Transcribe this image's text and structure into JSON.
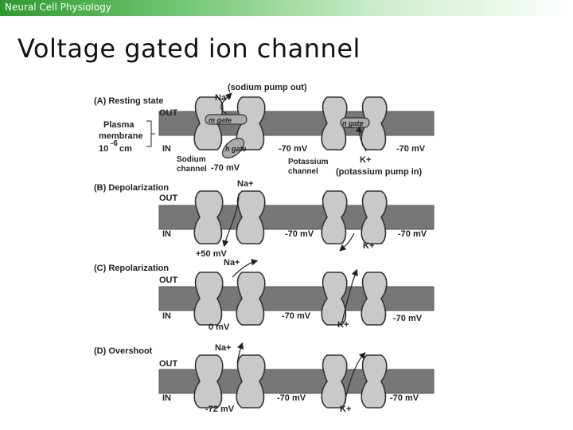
{
  "header": {
    "course": "Neural Cell Physiology"
  },
  "slide": {
    "title": "Voltage gated ion channel"
  },
  "diagram": {
    "top_labels": {
      "sodium_pump": "(sodium pump out)",
      "potassium_pump": "(potassium pump in)",
      "plasma": "Plasma",
      "membrane": "membrane",
      "scale_base": "10",
      "scale_exp": "-6",
      "scale_unit": "cm",
      "sodium_channel_1": "Sodium",
      "sodium_channel_2": "channel",
      "potassium_channel_1": "Potassium",
      "potassium_channel_2": "channel",
      "m_gate": "m gate",
      "h_gate": "h gate",
      "m_gate_k": "n gate"
    },
    "panels": [
      {
        "label": "(A) Resting state",
        "out": "OUT",
        "in": "IN",
        "na": "Na+",
        "k": "K+",
        "mv_na_in": "-70 mV",
        "mv_mid": "-70 mV",
        "mv_right": "-70 mV"
      },
      {
        "label": "(B) Depolarization",
        "out": "OUT",
        "in": "IN",
        "na": "Na+",
        "k": "K+",
        "mv_na_in": "+50 mV",
        "mv_mid": "-70 mV",
        "mv_right": "-70 mV"
      },
      {
        "label": "(C) Repolarization",
        "out": "OUT",
        "in": "IN",
        "na": "Na+",
        "k": "K+",
        "mv_na_in": "0 mV",
        "mv_mid": "-70 mV",
        "mv_right": "-70 mV"
      },
      {
        "label": "(D) Overshoot",
        "out": "OUT",
        "in": "IN",
        "na": "Na+",
        "k": "K+",
        "mv_na_in": "-72 mV",
        "mv_mid": "-70 mV",
        "mv_right": "-70 mV"
      }
    ]
  }
}
